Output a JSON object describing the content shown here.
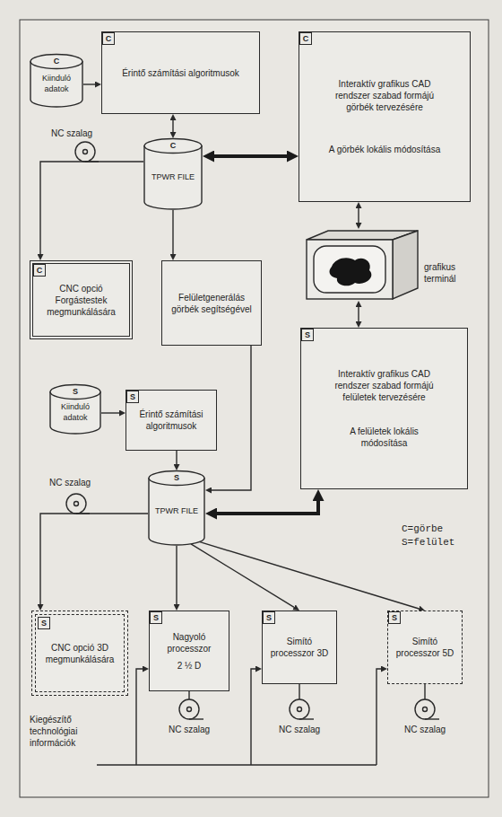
{
  "diagram": {
    "nodes": [
      {
        "text": [
          "C",
          "Kiinduló adatok"
        ]
      },
      {
        "text": [
          "Érintő számítási algoritmusok"
        ]
      },
      {
        "text": [
          "C"
        ],
        "in": 1
      },
      {
        "text": [
          "Interaktív grafikus CAD rendszer szabad formájú görbék tervezésére",
          "A görbék lokális módosítása"
        ]
      },
      {
        "text": [
          "C"
        ],
        "in": 3
      },
      {
        "text": [
          "C",
          "TPWR FILE"
        ]
      },
      {
        "text": [
          "CNC opció Forgástestek megmunkálására"
        ]
      },
      {
        "text": [
          "C"
        ],
        "in": 6
      },
      {
        "text": [
          "Felületgenerálás görbék segítségével"
        ]
      },
      {
        "text": [
          "grafikus terminál"
        ]
      },
      {
        "text": [
          "Interaktív grafikus CAD rendszer szabad formájú felületek tervezésére",
          "A felületek lokális módosítása"
        ]
      },
      {
        "text": [
          "S"
        ],
        "in": 10
      },
      {
        "text": [
          "S",
          "Kiinduló adatok"
        ]
      },
      {
        "text": [
          "Érintő számítási algoritmusok"
        ]
      },
      {
        "text": [
          "S"
        ],
        "in": 13
      },
      {
        "text": [
          "S",
          "TPWR FILE"
        ]
      },
      {
        "text": [
          "CNC opció 3D megmunkálására"
        ]
      },
      {
        "text": [
          "S"
        ],
        "in": 16
      },
      {
        "text": [
          "Nagyoló processzor",
          "2 ½ D"
        ]
      },
      {
        "text": [
          "S"
        ],
        "in": 18
      },
      {
        "text": [
          "Simító processzor 3D"
        ]
      },
      {
        "text": [
          "S"
        ],
        "in": 20
      },
      {
        "text": [
          "Simító processzor 5D"
        ]
      },
      {
        "text": [
          "S"
        ],
        "in": 22
      }
    ],
    "edges": [
      {
        "from": 0,
        "to": 1,
        "arrow": "to"
      },
      {
        "from": 1,
        "to": 5,
        "arrow": "both"
      },
      {
        "from": 5,
        "to": 3,
        "arrow": "both"
      },
      {
        "from": 5,
        "to": 6,
        "arrow": "to"
      },
      {
        "from": 5,
        "to": 8,
        "arrow": "to"
      },
      {
        "from": 3,
        "to": 9,
        "arrow": "both"
      },
      {
        "from": 10,
        "to": 9,
        "arrow": "both"
      },
      {
        "from": 8,
        "to": 15,
        "arrow": "to"
      },
      {
        "from": 12,
        "to": 13,
        "arrow": "to"
      },
      {
        "from": 13,
        "to": 15,
        "arrow": "to"
      },
      {
        "from": 15,
        "to": 10,
        "arrow": "both"
      },
      {
        "from": 15,
        "to": 16,
        "arrow": "to"
      },
      {
        "from": 15,
        "to": 18,
        "arrow": "to"
      },
      {
        "from": 15,
        "to": 20,
        "arrow": "to"
      },
      {
        "from": 15,
        "to": 22,
        "arrow": "to"
      }
    ],
    "labels": [
      "NC szalag",
      "NC szalag",
      "C=görbe",
      "S=felület",
      "Kiegészítő technológiai információk",
      "NC szalag",
      "NC szalag",
      "NC szalag"
    ]
  }
}
